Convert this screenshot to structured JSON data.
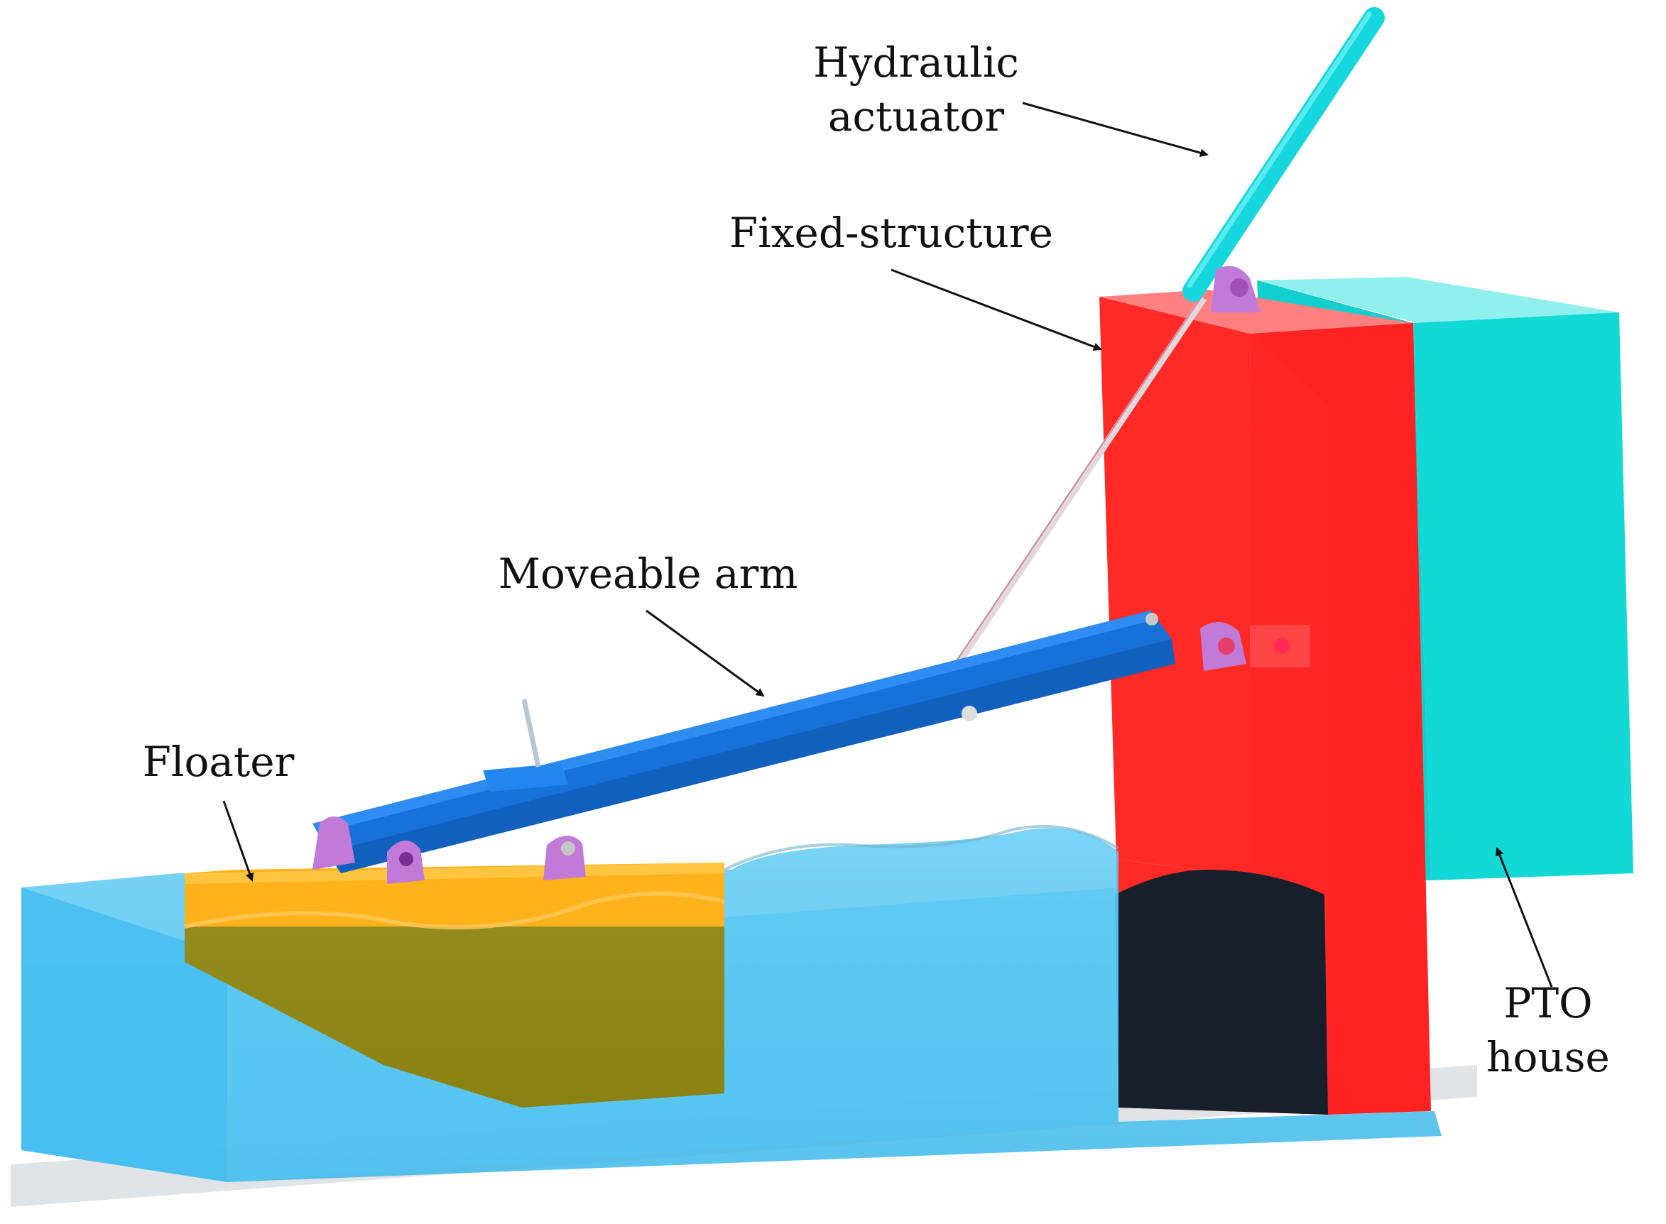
{
  "labels": {
    "hydraulic_actuator": [
      "Hydraulic",
      "actuator"
    ],
    "fixed_structure": "Fixed-structure",
    "moveable_arm": "Moveable arm",
    "floater": "Floater",
    "pto_house": [
      "PTO",
      "house"
    ]
  },
  "colors": {
    "water": "#4fc3f0",
    "fixed_structure": "#ff1f1f",
    "pto_house": "#13d9d6",
    "actuator_cylinder": "#16d7dd",
    "moveable_arm": "#1672d8",
    "floater_top": "#ffb21a",
    "floater_submerged": "#8d8716",
    "hinge": "#c27ad8",
    "underwater_opening": "#17202a",
    "arrow": "#111111"
  }
}
